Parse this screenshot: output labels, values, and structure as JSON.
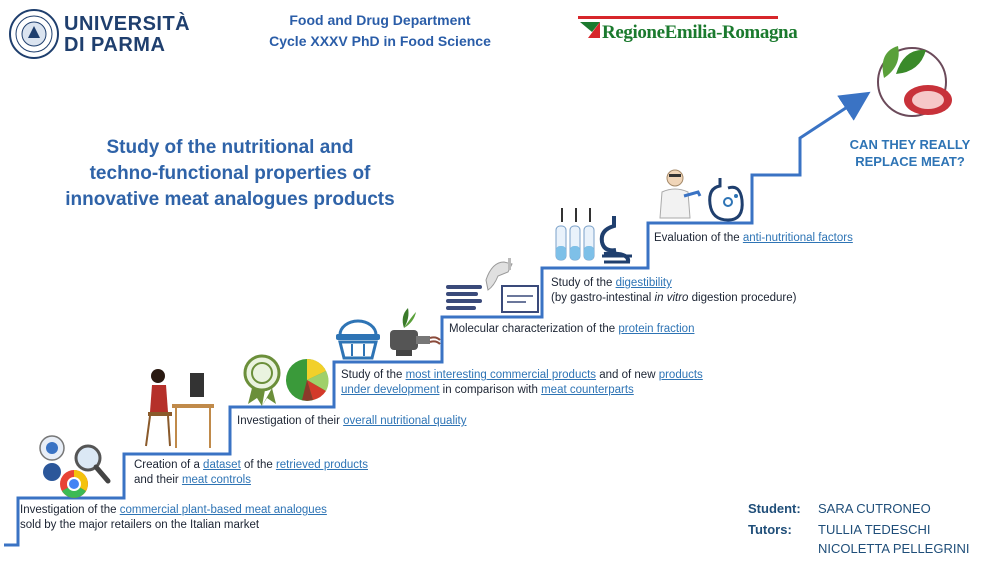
{
  "header": {
    "university_line1": "UNIVERSITÀ",
    "university_line2": "DI PARMA",
    "department_line1": "Food and Drug Department",
    "department_line2": "Cycle XXXV PhD in Food Science",
    "region_name": "RegioneEmilia-Romagna"
  },
  "title": {
    "line1": "Study of the nutritional and",
    "line2": "techno-functional properties of",
    "line3": "innovative meat analogues products"
  },
  "steps": [
    {
      "pre": "Investigation of the ",
      "u1": "commercial plant-based meat analogues",
      "line2": "sold by the major retailers on the Italian market"
    },
    {
      "pre": "Creation of a ",
      "u1": "dataset",
      "mid": " of the ",
      "u2": "retrieved products",
      "line2_pre": "and their ",
      "line2_u": "meat controls"
    },
    {
      "pre": "Investigation of their ",
      "u1": "overall nutritional quality"
    },
    {
      "pre": "Study of the ",
      "u1": "most interesting commercial products",
      "mid": " and of new ",
      "u2": "products",
      "line2_u": "under development",
      "line2_mid": " in comparison with ",
      "line2_u2": "meat counterparts"
    },
    {
      "pre": "Molecular characterization of the ",
      "u1": "protein fraction"
    },
    {
      "pre": "Study of the ",
      "u1": "digestibility",
      "line2_pre": "(by gastro-intestinal ",
      "line2_it": "in vitro",
      "line2_post": " digestion procedure)"
    },
    {
      "pre": "Evaluation of the ",
      "u1": "anti-nutritional factors"
    }
  ],
  "question": {
    "line1": "CAN THEY REALLY",
    "line2": "REPLACE MEAT?"
  },
  "people": {
    "student_label": "Student:",
    "student": "SARA CUTRONEO",
    "tutors_label": "Tutors:",
    "tutor1": "TULLIA TEDESCHI",
    "tutor2": "NICOLETTA PELLEGRINI"
  },
  "colors": {
    "staircase": "#3a73c4",
    "title": "#2f63a8",
    "accent": "#2e74b5",
    "region_green": "#1b7a2e",
    "region_red": "#d7262a"
  },
  "icons": {
    "step1": "browser-magnifier-icon",
    "step2": "woman-at-computer-icon",
    "step3": [
      "quality-badge-icon",
      "pie-chart-icon"
    ],
    "step4": [
      "shopping-basket-icon",
      "meat-grinder-icon"
    ],
    "step5": [
      "gel-bands-icon",
      "gloved-hand-icon",
      "lab-instrument-icon"
    ],
    "step6": [
      "pipette-tubes-icon",
      "digestive-system-icon"
    ],
    "step7": [
      "scientist-icon",
      "stomach-gear-icon"
    ],
    "top": "leaf-and-steak-icon"
  }
}
